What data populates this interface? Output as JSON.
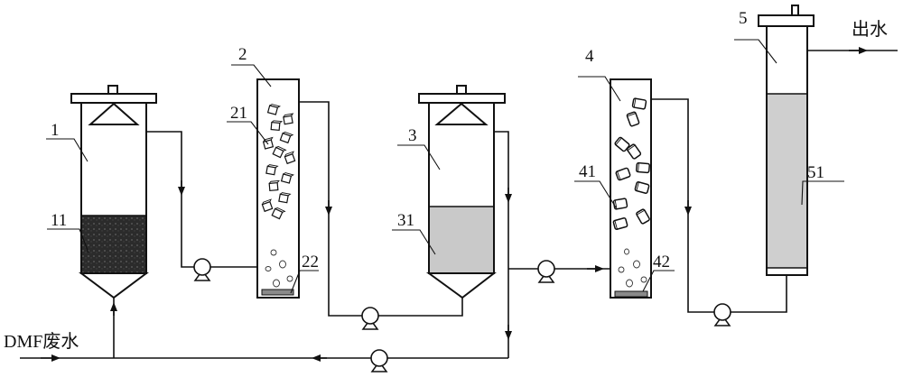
{
  "title": "DMF wastewater treatment process diagram",
  "inlet_label": "DMF废水",
  "outlet_label": "出水",
  "units": [
    {
      "id": "1",
      "media_id": "11"
    },
    {
      "id": "2",
      "media_id": "21",
      "aerator_id": "22"
    },
    {
      "id": "3",
      "media_id": "31"
    },
    {
      "id": "4",
      "media_id": "41",
      "aerator_id": "42"
    },
    {
      "id": "5",
      "media_id": "51"
    }
  ],
  "colors": {
    "line": "#111111",
    "sludge": "#2b2b2b",
    "granular": "#c9c9c9",
    "filter": "#cfcfcf",
    "aerator": "#8a8a8a"
  }
}
